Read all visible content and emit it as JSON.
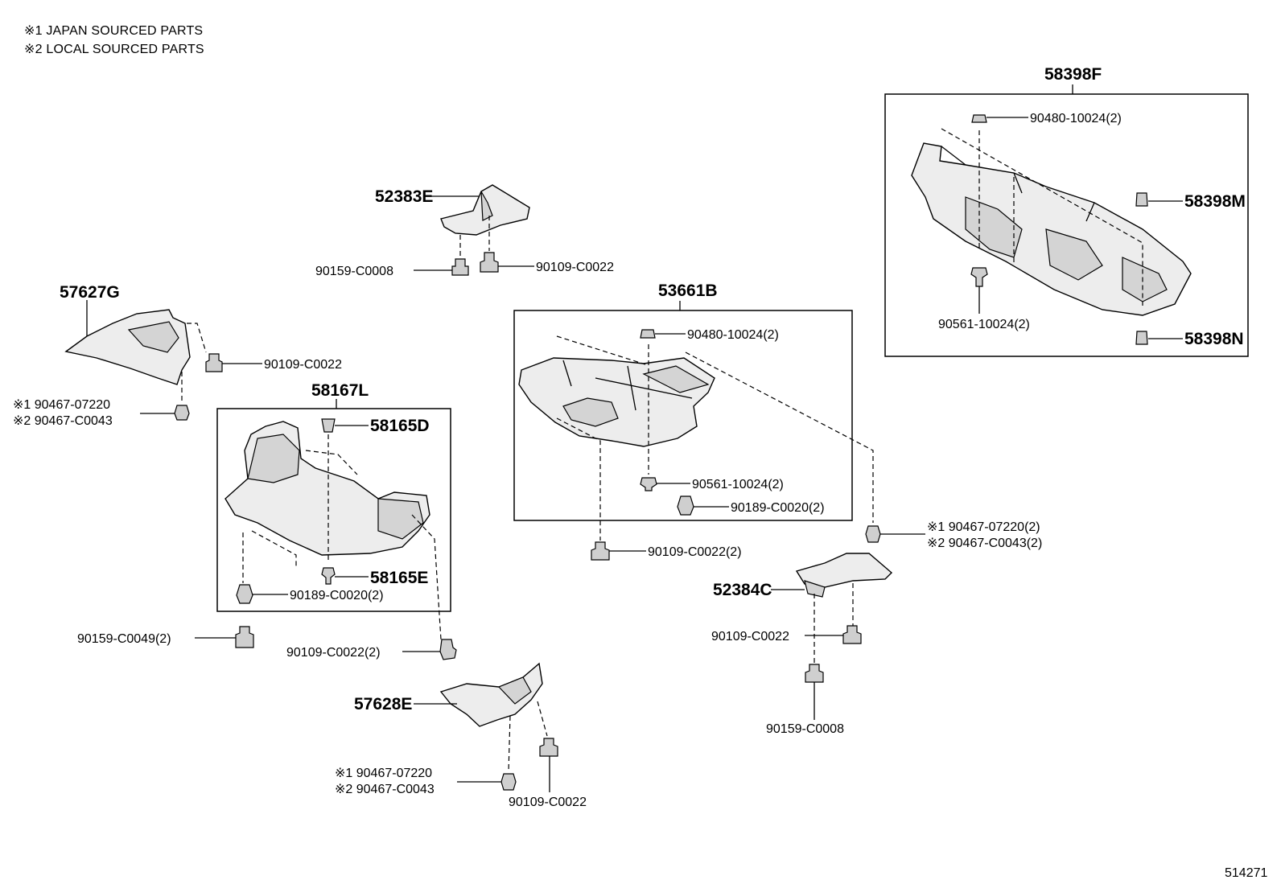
{
  "legend": {
    "line1": "※1 JAPAN SOURCED PARTS",
    "line2": "※2 LOCAL SOURCED PARTS"
  },
  "diagram_id": "514271",
  "parts": {
    "p58398F": "58398F",
    "p58398M": "58398M",
    "p58398N": "58398N",
    "p52383E": "52383E",
    "p57627G": "57627G",
    "p53661B": "53661B",
    "p58167L": "58167L",
    "p58165D": "58165D",
    "p58165E": "58165E",
    "p52384C": "52384C",
    "p57628E": "57628E"
  },
  "fasteners": {
    "f90480_10024_2_a": "90480-10024(2)",
    "f90561_10024_2_a": "90561-10024(2)",
    "f90159_C0008_a": "90159-C0008",
    "f90109_C0022_a": "90109-C0022",
    "f90109_C0022_b": "90109-C0022",
    "f1_90467_07220_a": "※1 90467-07220",
    "f2_90467_C0043_a": "※2 90467-C0043",
    "f90480_10024_2_b": "90480-10024(2)",
    "f90561_10024_2_b": "90561-10024(2)",
    "f90189_C0020_2_a": "90189-C0020(2)",
    "f90109_C0022_2_a": "90109-C0022(2)",
    "f1_90467_07220_2": "※1 90467-07220(2)",
    "f2_90467_C0043_2": "※2 90467-C0043(2)",
    "f90189_C0020_2_b": "90189-C0020(2)",
    "f90159_C0049_2": "90159-C0049(2)",
    "f90109_C0022_2_b": "90109-C0022(2)",
    "f90109_C0022_c": "90109-C0022",
    "f90159_C0008_b": "90159-C0008",
    "f1_90467_07220_b": "※1 90467-07220",
    "f2_90467_C0043_b": "※2 90467-C0043",
    "f90109_C0022_d": "90109-C0022"
  }
}
